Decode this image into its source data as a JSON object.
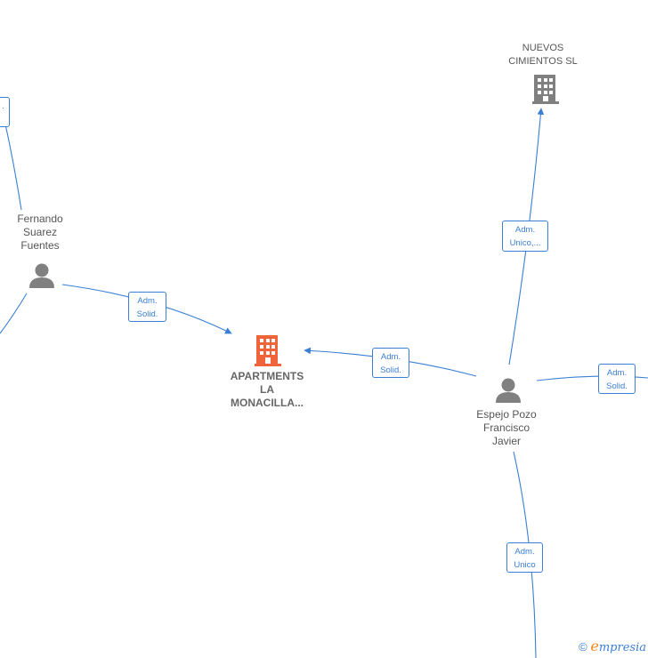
{
  "nodes": {
    "main_company": {
      "label": "APARTMENTS\nLA\nMONACILLA...",
      "icon": "building-icon",
      "color": "#f0643c"
    },
    "nuevos_cimientos": {
      "label": "NUEVOS\nCIMIENTOS SL",
      "icon": "building-icon",
      "color": "#808080"
    },
    "fernando": {
      "label": "Fernando\nSuarez\nFuentes",
      "icon": "person-icon",
      "color": "#808080"
    },
    "espejo": {
      "label": "Espejo Pozo\nFrancisco\nJavier",
      "icon": "person-icon",
      "color": "#808080"
    }
  },
  "edges": {
    "fernando_main": "Adm.\nSolid.",
    "espejo_main": "Adm.\nSolid.",
    "espejo_nuevos": "Adm.\nUnico,...",
    "espejo_right": "Adm.\nSolid.",
    "espejo_bottom": "Adm.\nUnico",
    "topleft_partial": "."
  },
  "footer": {
    "copyright": "©",
    "brand_e": "e",
    "brand_rest": "mpresia"
  },
  "colors": {
    "edge": "#3a7fd5",
    "accent": "#f0643c",
    "gray": "#808080"
  }
}
